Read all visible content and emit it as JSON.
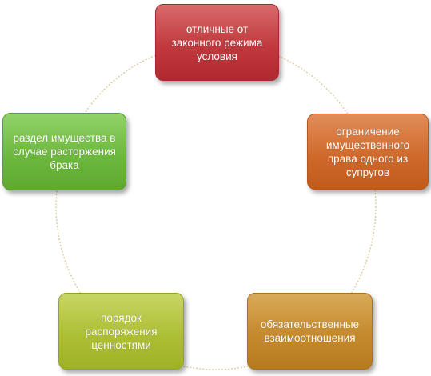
{
  "diagram": {
    "type": "cycle",
    "nodes": [
      {
        "label": "отличные от законного режима условия",
        "color": "#c0393d"
      },
      {
        "label": "ограничение имущественного права одного  из супругов",
        "color": "#cf6a2c"
      },
      {
        "label": "обязательственные взаимоотношения",
        "color": "#c48a2c"
      },
      {
        "label": "порядок распоряжения ценностями",
        "color": "#aebf35"
      },
      {
        "label": "раздел имущества в случае расторжения брака",
        "color": "#6db83e"
      }
    ],
    "connector_color": "#d8c89a"
  }
}
